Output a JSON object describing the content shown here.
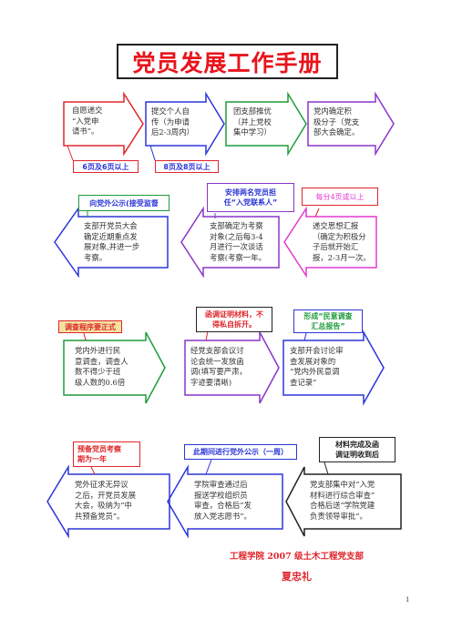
{
  "title": "党员发展工作手册",
  "row1": {
    "step1": "自愿递交\n“入党申\n请书”。",
    "step2": "提交个人自\n传（为申请\n后2-3周内）",
    "step3": "团支部推优\n（并上党校\n集中学习）",
    "step4": "党内确定积\n极分子（党支\n部大会确定。",
    "note1": "6页及6页以上",
    "note2": "8页及8页以上"
  },
  "row2": {
    "note_top_left": "向党外公示(接受监督",
    "note_top_mid": "安排两名党员担\n任“入党联系人”",
    "note_top_right": "每分4页或以上",
    "step_left": "支部开党员大会\n确定近期重点发\n展对象,并进一步\n考察。",
    "step_mid": "支部确定为考察\n对象(之后每3-4\n月进行一次谈话\n考察(考察一年。",
    "step_right": "递交思想汇报\n（确定为积极分\n子后就开始汇\n报，2-3月一次。"
  },
  "row3": {
    "note_left": "调查程序要正式",
    "note_mid": "函调证明材料，不\n得私自拆开。",
    "note_right": "形成“民意调查\n汇总报告”",
    "step_left": "党内外进行民\n意调查，调查人\n数不得少于班\n级人数的0.6倍",
    "step_mid": "经党支部会议讨\n论会统一发放函\n调(填写要严肃，\n字迹要清晰)",
    "step_right": "支部开会讨论审\n查发展对象的\n“党内外民意调\n查记录”"
  },
  "row4": {
    "note_left": "预备党员考察\n期为一年",
    "note_mid": "此期间进行党外公示（一周）",
    "note_right": "材料完成及函\n调证明收到后",
    "step_left": "党外征求无异议\n之后，开党员发展\n大会，吸纳为“中\n共预备党员”。",
    "step_mid": "学院审查通过后\n报送学校组织员\n审查，合格后“发\n放入党志愿书”。",
    "step_right": "党支部集中对“入党\n材料进行综合审查”\n合格后送“学院党建\n负责领导审批”。"
  },
  "footer": {
    "org": "工程学院 2007 级土木工程党支部",
    "author": "夏忠礼",
    "page_number": "1"
  },
  "colors": {
    "title_red": "#e8141c",
    "red": "#e0262b",
    "blue": "#2b36d8",
    "green": "#1e9c3a",
    "purple": "#8a35c8",
    "magenta": "#e23ad0",
    "dark": "#333333"
  }
}
